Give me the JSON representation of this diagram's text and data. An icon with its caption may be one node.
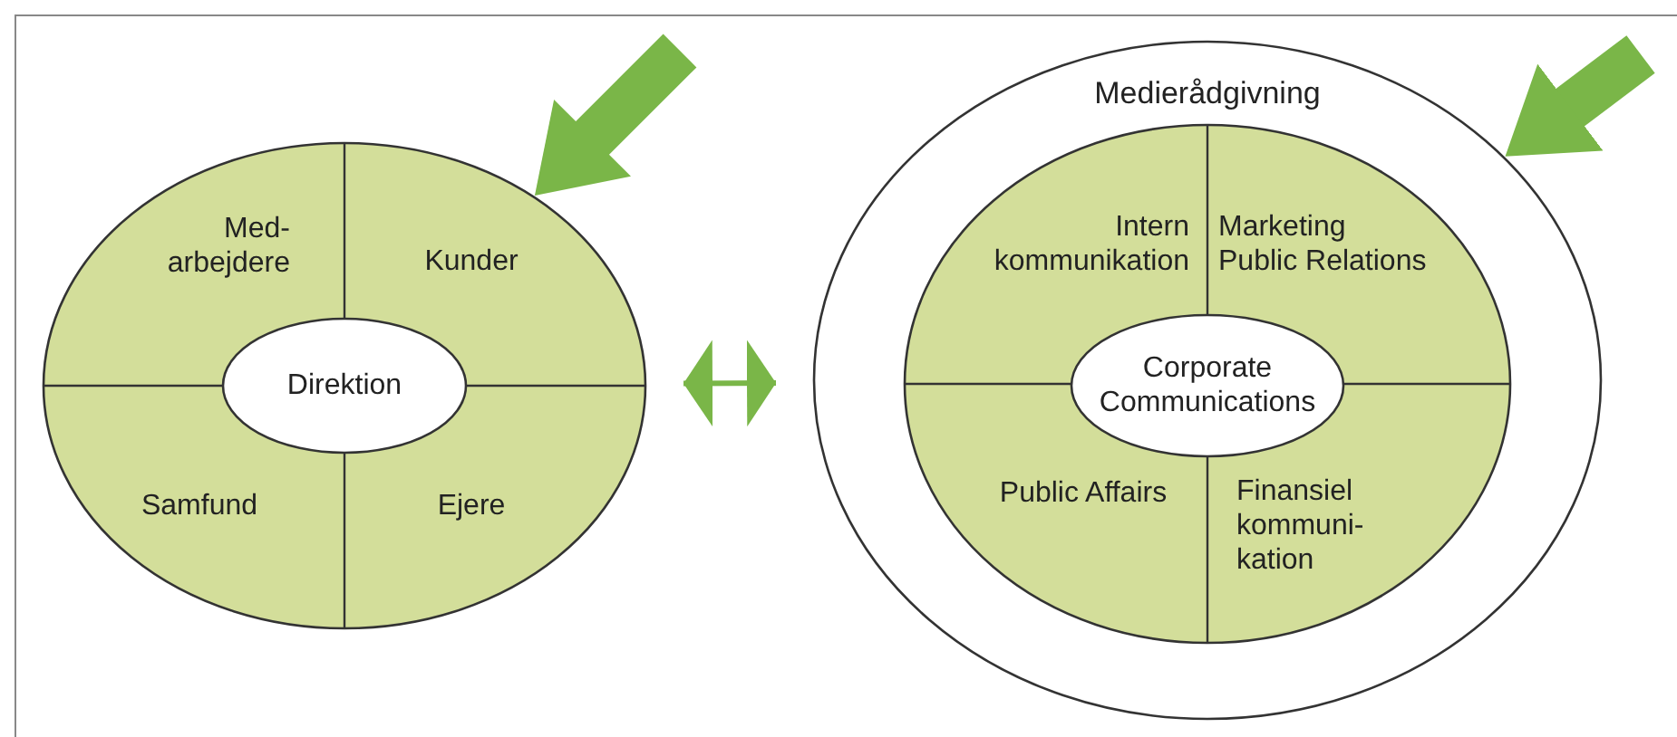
{
  "diagram": {
    "nodes": [
      {
        "text": [],
        "shape": "ellipse"
      },
      {
        "text": [
          "Med- arbejdere"
        ],
        "in": 0
      },
      {
        "text": [
          "Kunder"
        ],
        "in": 0
      },
      {
        "text": [
          "Direktion"
        ],
        "in": 0
      },
      {
        "text": [
          "Samfund"
        ],
        "in": 0
      },
      {
        "text": [
          "Ejere"
        ],
        "in": 0
      },
      {
        "text": [
          "Medierådgivning"
        ]
      },
      {
        "text": [],
        "shape": "ellipse",
        "in": 6
      },
      {
        "text": [
          "Intern kommunikation"
        ],
        "in": 7
      },
      {
        "text": [
          "Marketing Public Relations"
        ],
        "in": 7
      },
      {
        "text": [
          "Corporate Communications"
        ],
        "in": 7
      },
      {
        "text": [
          "Public Affairs"
        ],
        "in": 7
      },
      {
        "text": [
          "Finansiel kommuni- kation"
        ],
        "in": 7
      }
    ],
    "edges": [
      {
        "from": null,
        "to": 0,
        "arrow": "to"
      },
      {
        "from": 0,
        "to": 6,
        "arrow": "both"
      },
      {
        "from": null,
        "to": 6,
        "arrow": "to"
      }
    ]
  }
}
